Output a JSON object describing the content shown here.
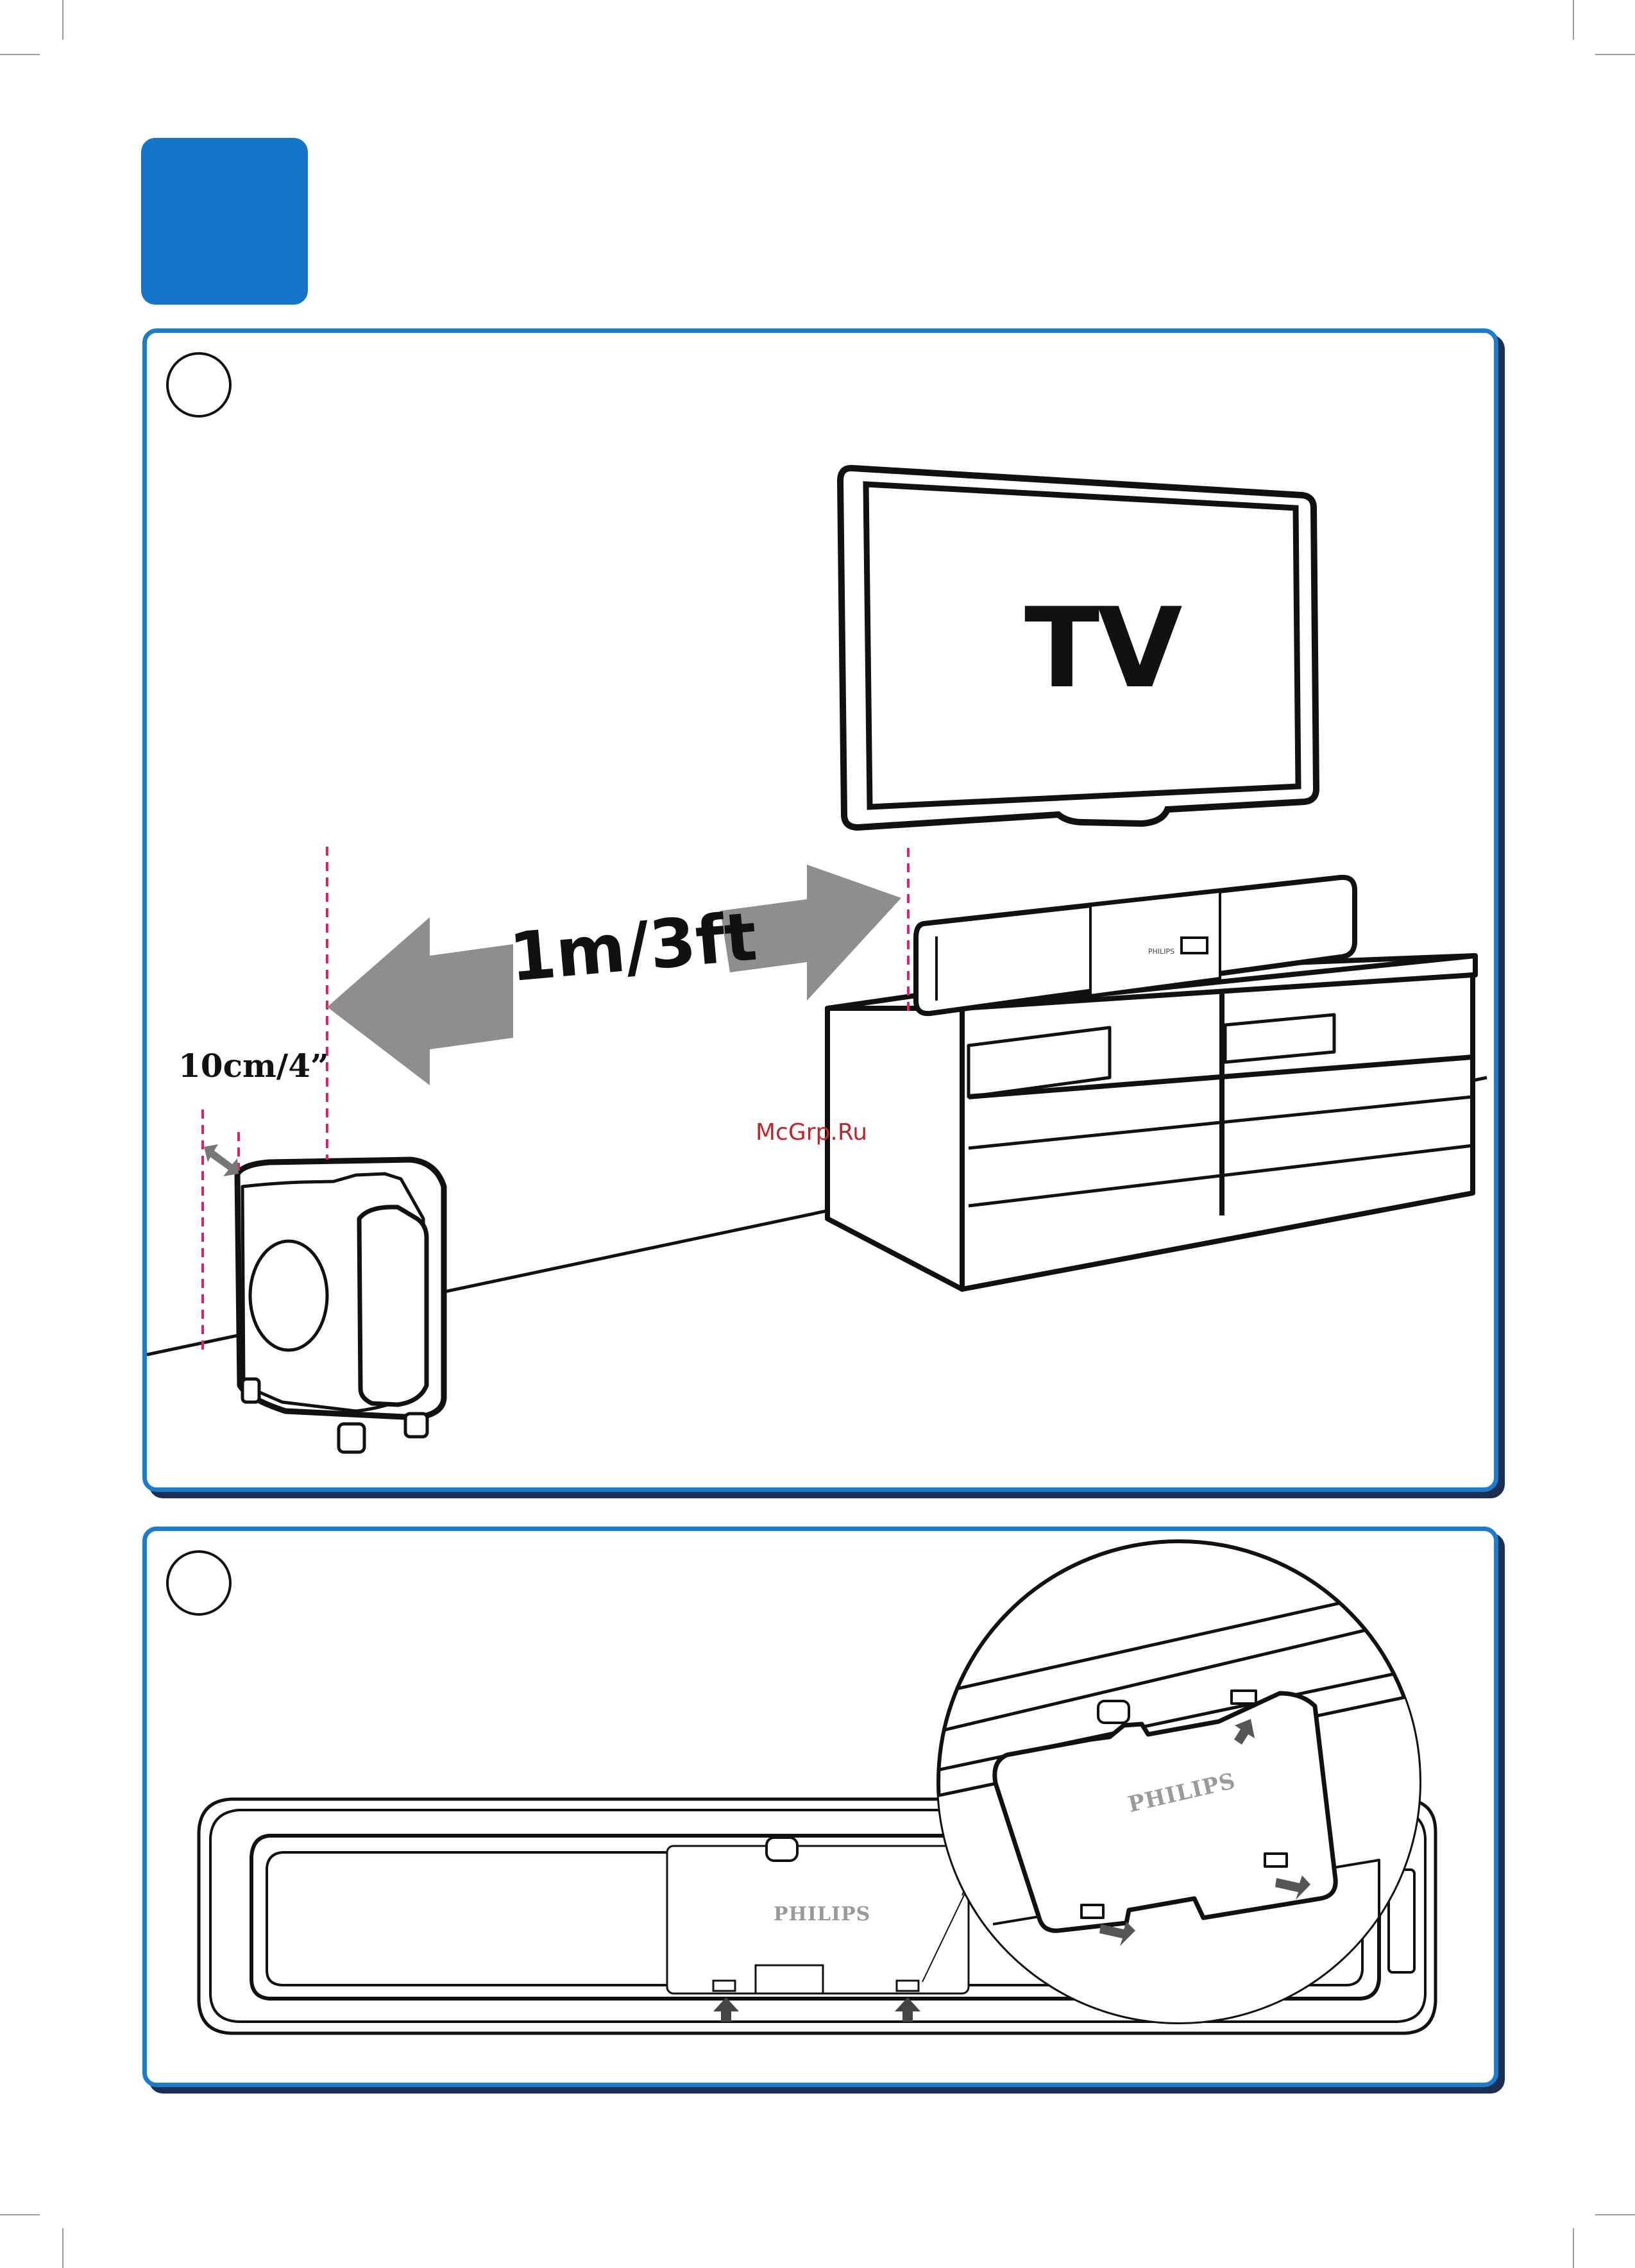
{
  "page": {
    "accent_color": "#1576c9",
    "frame_shadow_color": "#1b2f55",
    "guide_line_color": "#e0206f",
    "arrow_color": "#8e8e8e"
  },
  "panel_a": {
    "distance_label": "1m/3ft",
    "wall_gap_label": "10cm/4”",
    "tv_label": "TV",
    "soundbar_brand": "PHILIPS"
  },
  "panel_b": {
    "cover_brand": "PHILIPS",
    "zoom_brand": "PHILIPS"
  },
  "watermark": "McGrp.Ru"
}
